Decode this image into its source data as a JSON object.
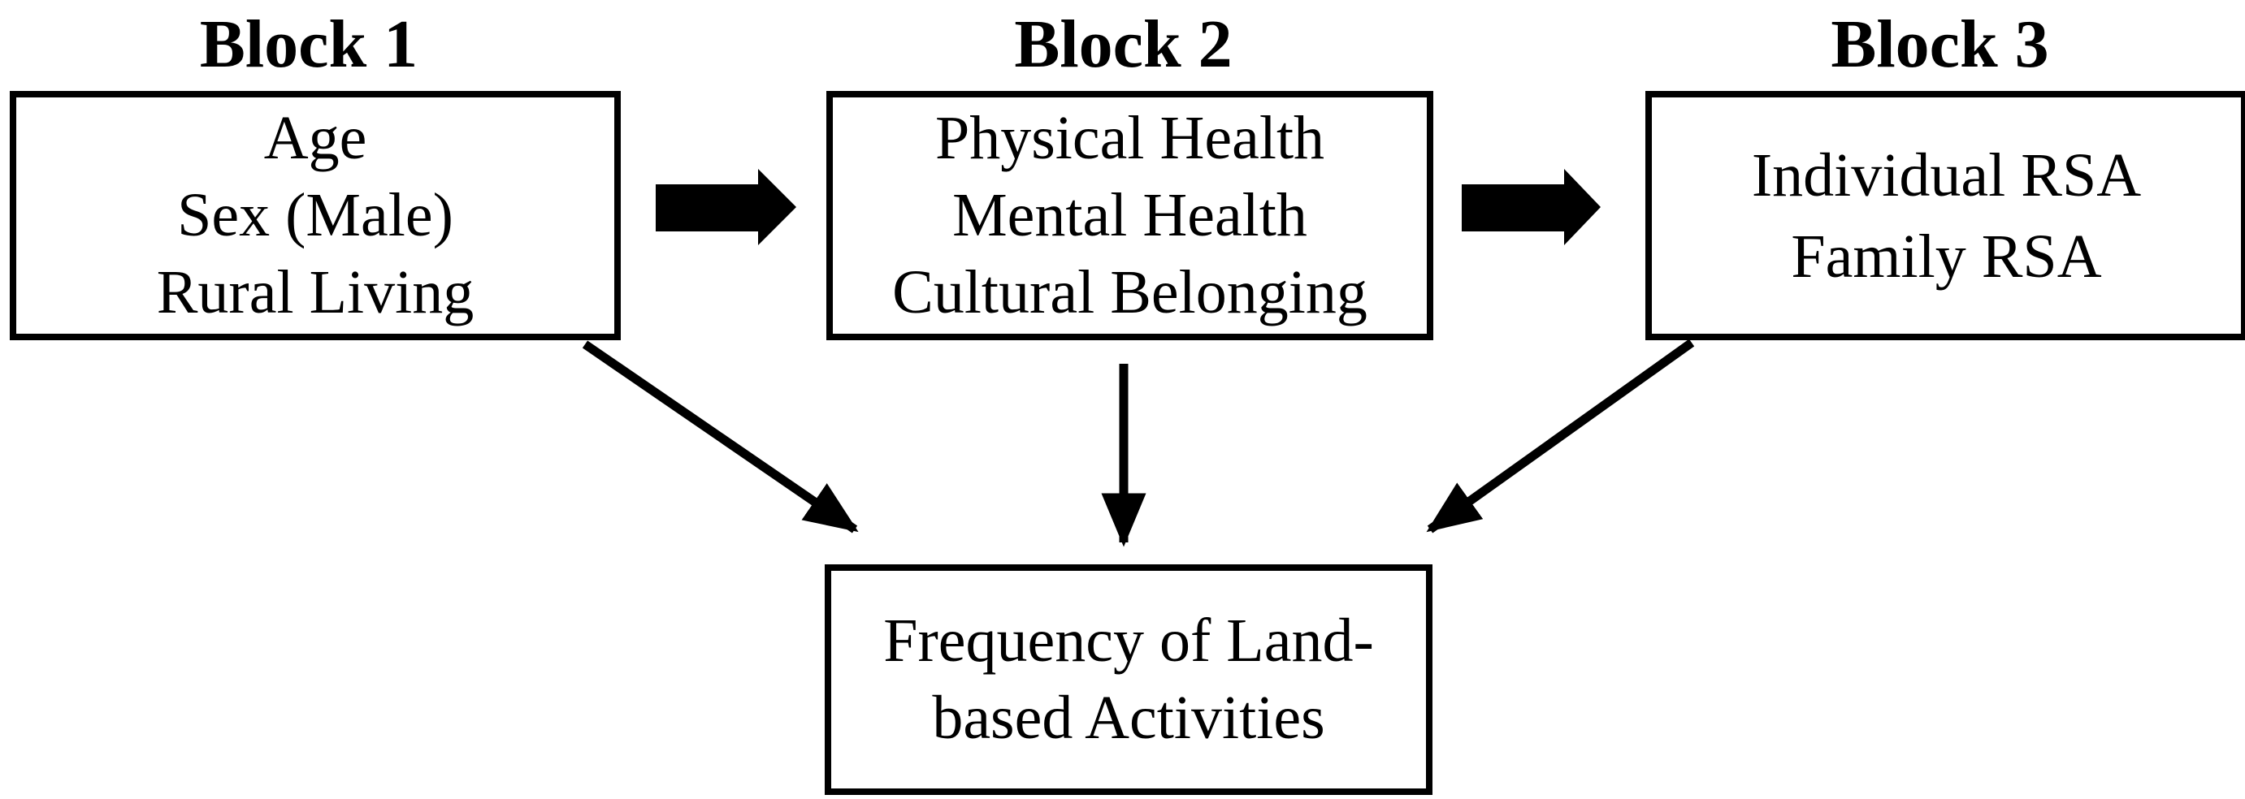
{
  "diagram": {
    "blocks": [
      {
        "title": "Block 1",
        "lines": [
          "Age",
          "Sex (Male)",
          "Rural Living"
        ]
      },
      {
        "title": "Block 2",
        "lines": [
          "Physical Health",
          "Mental Health",
          "Cultural Belonging"
        ]
      },
      {
        "title": "Block 3",
        "lines": [
          "Individual RSA",
          "Family RSA"
        ]
      }
    ],
    "outcome": {
      "lines": [
        "Frequency of Land-",
        "based Activities"
      ]
    },
    "colors": {
      "border": "#000000",
      "text": "#000000",
      "background": "#ffffff",
      "arrow": "#000000"
    }
  }
}
